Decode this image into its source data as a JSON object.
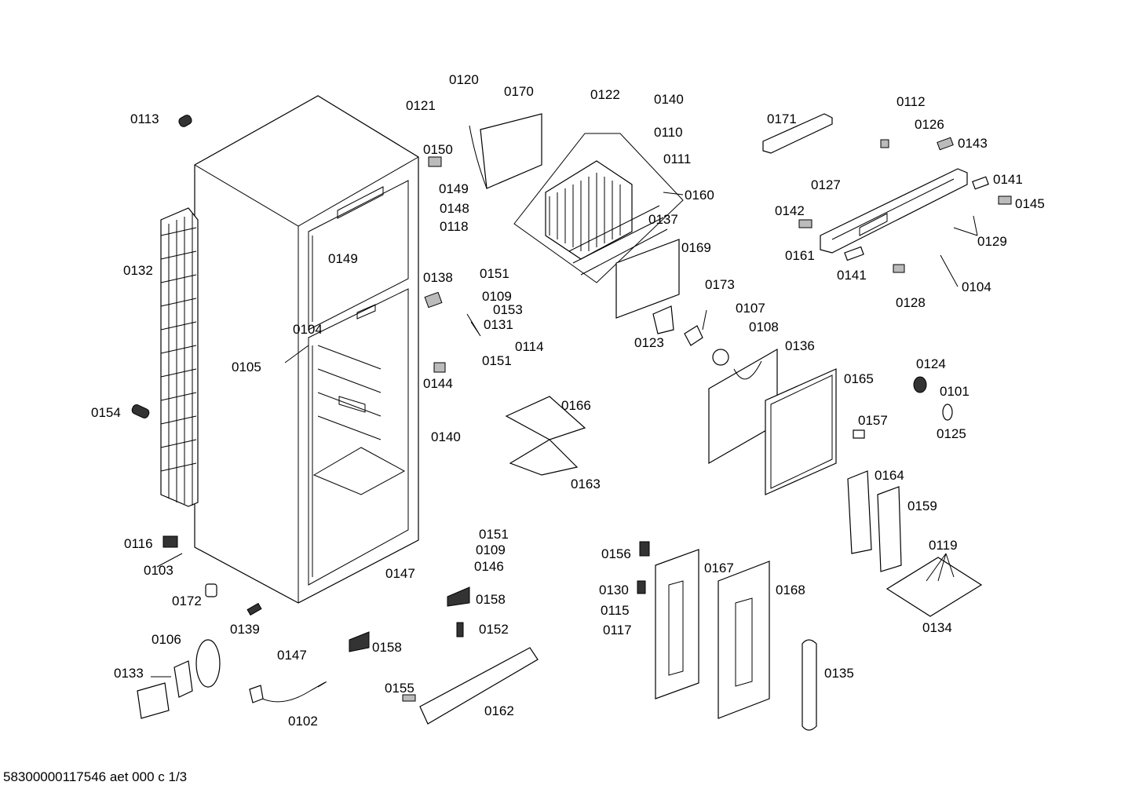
{
  "diagram": {
    "labels": [
      "0120",
      "0170",
      "0121",
      "0122",
      "0140",
      "0113",
      "0150",
      "0110",
      "0111",
      "0171",
      "0112",
      "0126",
      "0143",
      "0149",
      "0148",
      "0118",
      "0160",
      "0127",
      "0141",
      "0145",
      "0142",
      "0137",
      "0129",
      "0132",
      "0149",
      "0169",
      "0161",
      "0141",
      "0104",
      "0138",
      "0151",
      "0109",
      "0153",
      "0173",
      "0128",
      "0104",
      "0131",
      "0107",
      "0114",
      "0108",
      "0105",
      "0123",
      "0136",
      "0151",
      "0154",
      "0144",
      "0124",
      "0166",
      "0165",
      "0101",
      "0125",
      "0157",
      "0140",
      "0163",
      "0164",
      "0159",
      "0151",
      "0109",
      "0146",
      "0116",
      "0147",
      "0103",
      "0156",
      "0167",
      "0168",
      "0119",
      "0130",
      "0158",
      "0172",
      "0115",
      "0139",
      "0152",
      "0117",
      "0134",
      "0106",
      "0147",
      "0158",
      "0133",
      "0135",
      "0155",
      "0162",
      "0102"
    ]
  },
  "footer": {
    "text": "58300000117546 aet 000 c 1/3"
  }
}
